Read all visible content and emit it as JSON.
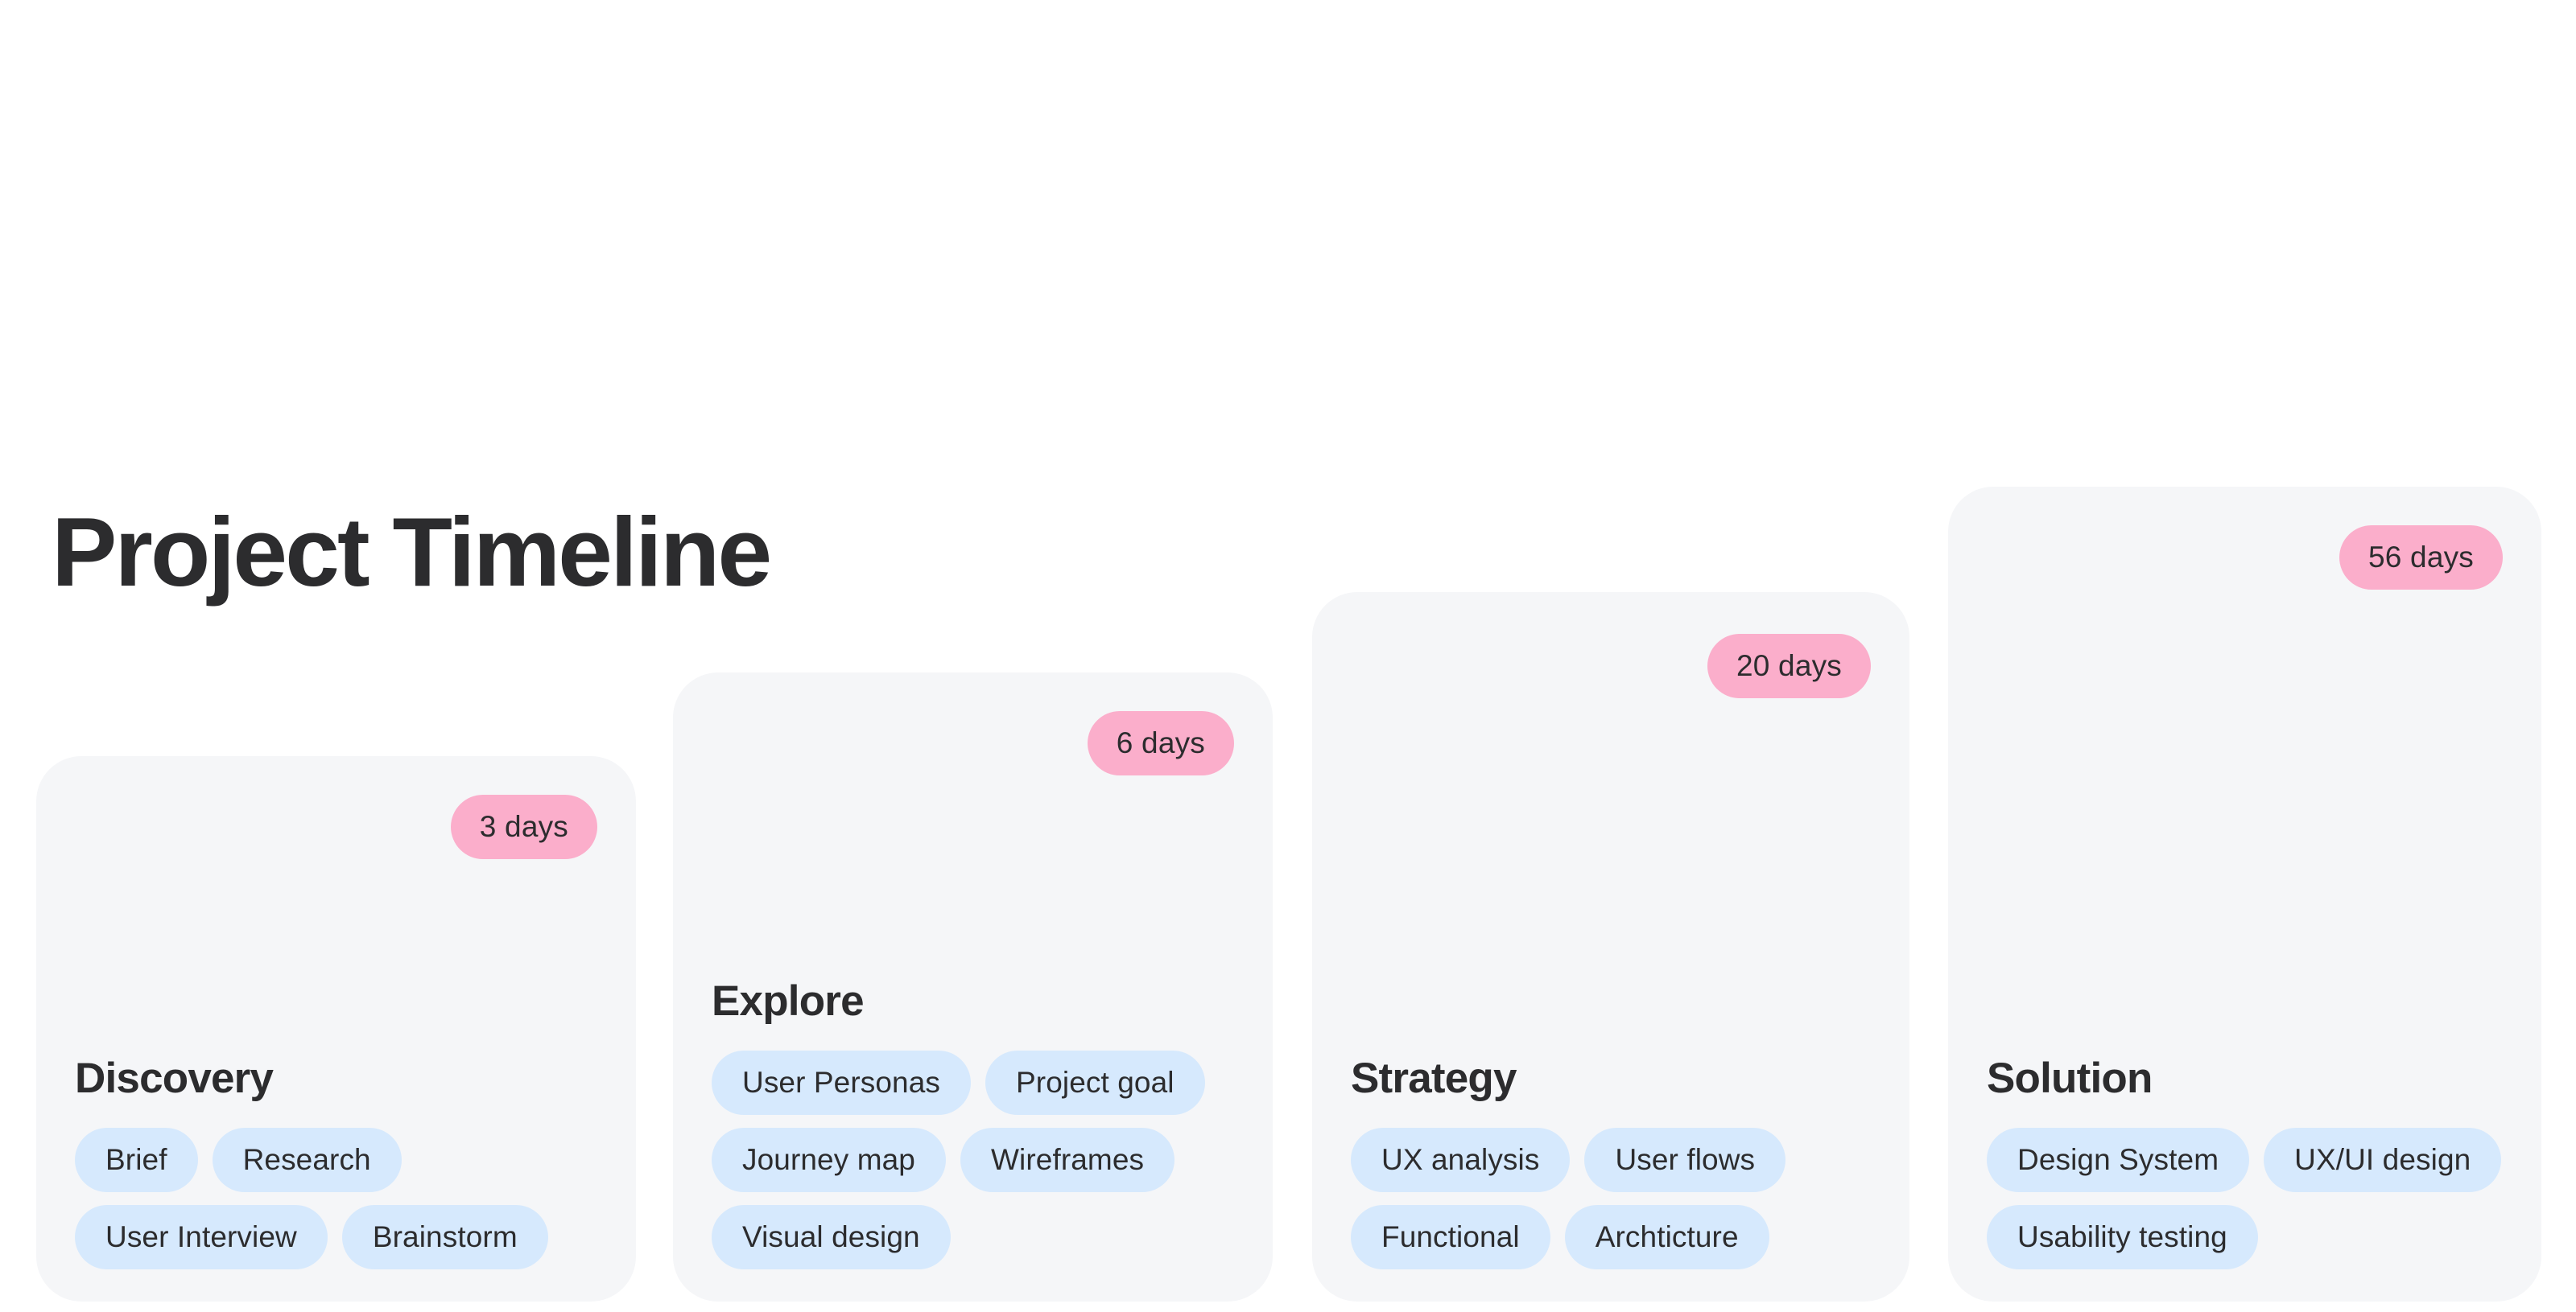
{
  "page": {
    "title": "Project Timeline",
    "background_color": "#FFFFFF"
  },
  "theme": {
    "card_background": "#F5F6F8",
    "badge_background": "#FBAECB",
    "tag_background": "#D6E9FD",
    "text_color": "#2C2C2E"
  },
  "timeline": {
    "phases": [
      {
        "name": "Discovery",
        "duration": "3 days",
        "tags": [
          "Brief",
          "Research",
          "User Interview",
          "Brainstorm"
        ]
      },
      {
        "name": "Explore",
        "duration": "6 days",
        "tags": [
          "User Personas",
          "Project goal",
          "Journey map",
          "Wireframes",
          "Visual design"
        ]
      },
      {
        "name": "Strategy",
        "duration": "20 days",
        "tags": [
          "UX analysis",
          "User flows",
          "Functional",
          "Archticture"
        ]
      },
      {
        "name": "Solution",
        "duration": "56 days",
        "tags": [
          "Design System",
          "UX/UI design",
          "Usability testing"
        ]
      }
    ]
  }
}
